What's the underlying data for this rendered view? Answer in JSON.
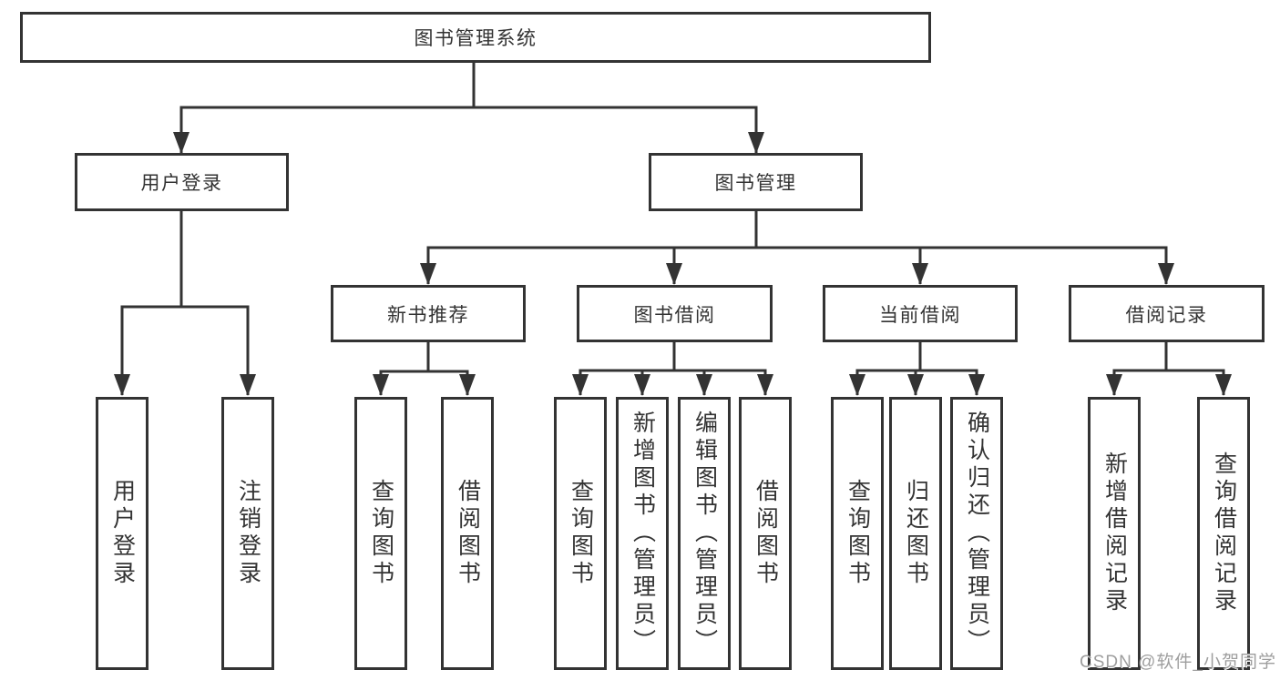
{
  "diagram": {
    "title_node": {
      "label": "图书管理系统"
    },
    "root": {
      "label": "图书管理系统"
    },
    "level2": [
      {
        "id": "user-login",
        "label": "用户登录",
        "parent": "图书管理系统"
      },
      {
        "id": "book-management",
        "label": "图书管理",
        "parent": "图书管理系统"
      }
    ],
    "level3": [
      {
        "id": "new-book-recommendation",
        "label": "新书推荐",
        "parent": "图书管理"
      },
      {
        "id": "book-borrowing",
        "label": "图书借阅",
        "parent": "图书管理"
      },
      {
        "id": "current-borrowing",
        "label": "当前借阅",
        "parent": "图书管理"
      },
      {
        "id": "borrowing-records",
        "label": "借阅记录",
        "parent": "图书管理"
      }
    ],
    "leaves": [
      {
        "id": "user-login-leaf",
        "label": "用户登录",
        "parent": "用户登录"
      },
      {
        "id": "logout",
        "label": "注销登录",
        "parent": "用户登录"
      },
      {
        "id": "query-books-1",
        "label": "查询图书",
        "parent": "新书推荐"
      },
      {
        "id": "borrow-books-1",
        "label": "借阅图书",
        "parent": "新书推荐"
      },
      {
        "id": "query-books-2",
        "label": "查询图书",
        "parent": "图书借阅"
      },
      {
        "id": "add-books-admin",
        "label": "新增图书（管理员）",
        "parent": "图书借阅"
      },
      {
        "id": "edit-books-admin",
        "label": "编辑图书（管理员）",
        "parent": "图书借阅"
      },
      {
        "id": "borrow-books-2",
        "label": "借阅图书",
        "parent": "图书借阅"
      },
      {
        "id": "query-books-3",
        "label": "查询图书",
        "parent": "当前借阅"
      },
      {
        "id": "return-books",
        "label": "归还图书",
        "parent": "当前借阅"
      },
      {
        "id": "confirm-return-admin",
        "label": "确认归还（管理员）",
        "parent": "当前借阅"
      },
      {
        "id": "add-borrow-record",
        "label": "新增借阅记录",
        "parent": "借阅记录"
      },
      {
        "id": "query-borrow-record",
        "label": "查询借阅记录",
        "parent": "借阅记录"
      }
    ],
    "watermark": "CSDN @软件_小贺同学",
    "colors": {
      "line": "#333333",
      "box_border": "#333333",
      "box_fill": "#ffffff",
      "text": "#333333",
      "watermark": "#9e9e9e",
      "background": "#ffffff"
    }
  }
}
